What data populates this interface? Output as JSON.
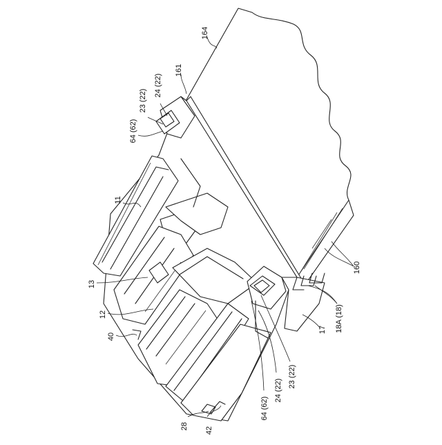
{
  "figure": {
    "labels": {
      "l164": "164",
      "l161": "161",
      "l24_22_top": "24 (22)",
      "l23_22_top": "23 (22)",
      "l64_62_top": "64 (62)",
      "l11": "11",
      "l13": "13",
      "l12": "12",
      "l40": "40",
      "l160": "160",
      "l18A_18": "18A (18)",
      "l17": "17",
      "l23_22_bot": "23 (22)",
      "l24_22_bot": "24 (22)",
      "l64_62_bot": "64 (62)",
      "l28": "28",
      "l42": "42"
    }
  }
}
